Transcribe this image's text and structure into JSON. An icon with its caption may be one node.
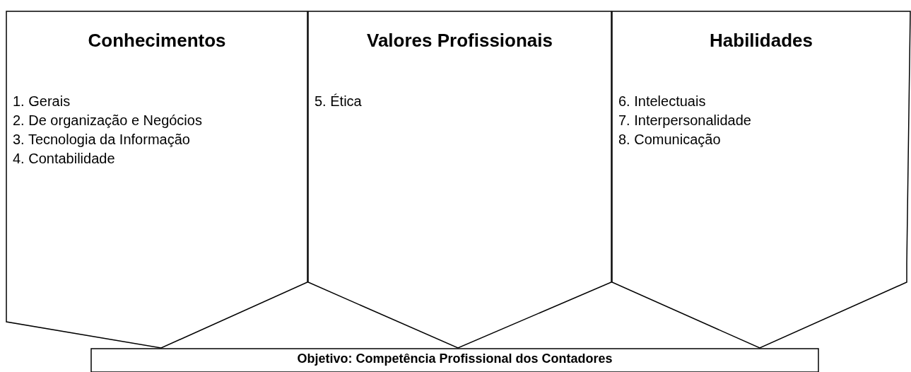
{
  "diagram": {
    "nodes": [
      {
        "text": [
          "Conhecimentos",
          "1. Gerais",
          "2. De organização e Negócios",
          "3. Tecnologia da Informação",
          "4. Contabilidade"
        ]
      },
      {
        "text": [
          "Valores Profissionais",
          "5. Ética"
        ]
      },
      {
        "text": [
          "Habilidades",
          "6. Intelectuais",
          "7. Interpersonalidade",
          "8. Comunicação"
        ]
      },
      {
        "text": [
          "Objetivo: Competência Profissional dos Contadores"
        ]
      }
    ]
  }
}
